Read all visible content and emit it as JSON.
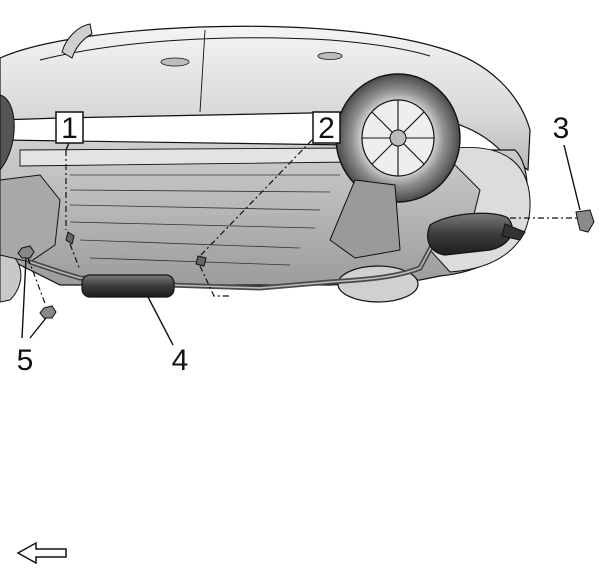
{
  "callouts": [
    {
      "id": "1",
      "label": "1",
      "boxed": true
    },
    {
      "id": "2",
      "label": "2",
      "boxed": true
    },
    {
      "id": "3",
      "label": "3",
      "boxed": false
    },
    {
      "id": "4",
      "label": "4",
      "boxed": false
    },
    {
      "id": "5",
      "label": "5",
      "boxed": false
    }
  ],
  "front_arrow": {
    "icon": "left-arrow-icon",
    "direction": "left"
  },
  "colors": {
    "line": "#111111",
    "body_light": "#e6e6e6",
    "body_mid": "#c4c4c4",
    "body_dark": "#8a8a8a",
    "exhaust": "#4a4a4a"
  }
}
